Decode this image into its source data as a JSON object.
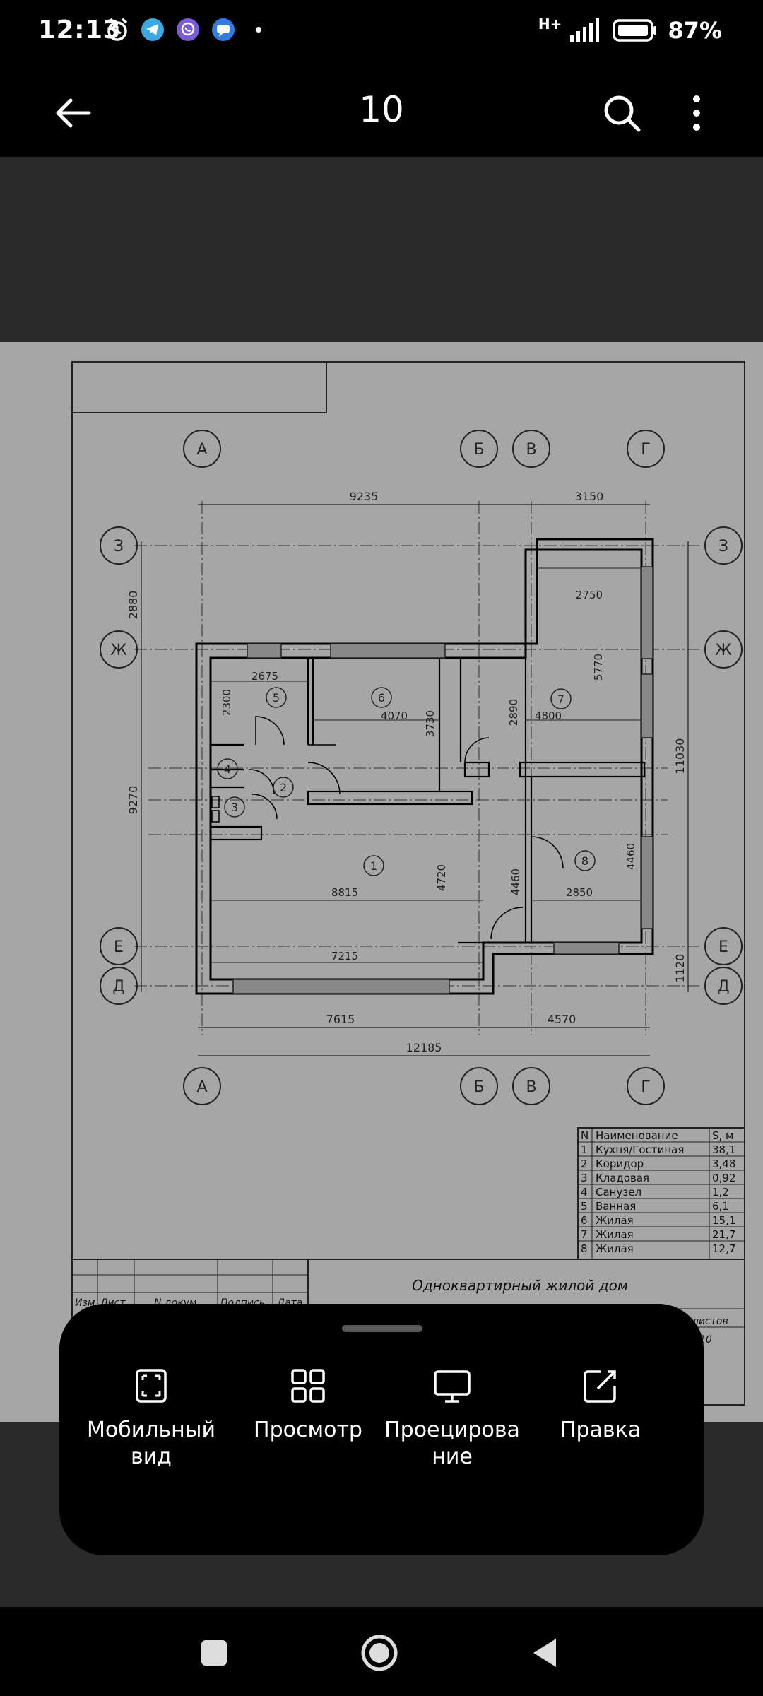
{
  "status_bar": {
    "time": "12:13",
    "network": "H+",
    "battery_percent": "87%",
    "icons": [
      "alarm-icon",
      "telegram-icon",
      "viber-icon",
      "message-icon",
      "dot-icon"
    ]
  },
  "app_bar": {
    "title": "10",
    "icons": [
      "back-arrow-icon",
      "search-icon",
      "more-vert-icon"
    ]
  },
  "drawing": {
    "axes_letters": [
      "А",
      "Б",
      "В",
      "Г"
    ],
    "axes_rows": [
      "З",
      "Ж",
      "Е",
      "Д"
    ],
    "dimensions": {
      "top_9235": "9235",
      "top_3150": "3150",
      "left_2880": "2880",
      "left_9270": "9270",
      "right_11030": "11030",
      "right_1120": "1120",
      "bottom_7615": "7615",
      "bottom_4570": "4570",
      "bottom_12185": "12185",
      "d2675": "2675",
      "d2300": "2300",
      "d4070": "4070",
      "d3730": "3730",
      "d2890": "2890",
      "d4800": "4800",
      "d2750": "2750",
      "d5770": "5770",
      "d8815": "8815",
      "d4720": "4720",
      "d7215": "7215",
      "d4460a": "4460",
      "d2850": "2850",
      "d4460b": "4460"
    },
    "room_numbers": [
      "1",
      "2",
      "3",
      "4",
      "5",
      "6",
      "7",
      "8"
    ],
    "table_header": {
      "n": "N",
      "name": "Наименование",
      "area": "S, м"
    },
    "rooms": [
      {
        "n": "1",
        "name": "Кухня/Гостиная",
        "area": "38,1"
      },
      {
        "n": "2",
        "name": "Коридор",
        "area": "3,48"
      },
      {
        "n": "3",
        "name": "Кладовая",
        "area": "0,92"
      },
      {
        "n": "4",
        "name": "Санузел",
        "area": "1,2"
      },
      {
        "n": "5",
        "name": "Ванная",
        "area": "6,1"
      },
      {
        "n": "6",
        "name": "Жилая",
        "area": "15,1"
      },
      {
        "n": "7",
        "name": "Жилая",
        "area": "21,7"
      },
      {
        "n": "8",
        "name": "Жилая",
        "area": "12,7"
      }
    ],
    "title_block": {
      "project_title": "Одноквартирный жилой дом",
      "col_izm": "Изм",
      "col_list": "Лист",
      "col_ndok": "N докум",
      "col_podp": "Подпись",
      "col_data": "Дата",
      "listov": "листов",
      "sheet_no": "10"
    }
  },
  "bottom_sheet": {
    "actions": [
      {
        "label": "Мобильный вид",
        "icon": "fit-screen-icon"
      },
      {
        "label": "Просмотр",
        "icon": "grid-view-icon"
      },
      {
        "label": "Проецирование",
        "icon": "monitor-icon"
      },
      {
        "label": "Правка",
        "icon": "edit-icon"
      }
    ]
  },
  "nav_bar": {
    "icons": [
      "recents-icon",
      "home-icon",
      "back-icon"
    ]
  }
}
